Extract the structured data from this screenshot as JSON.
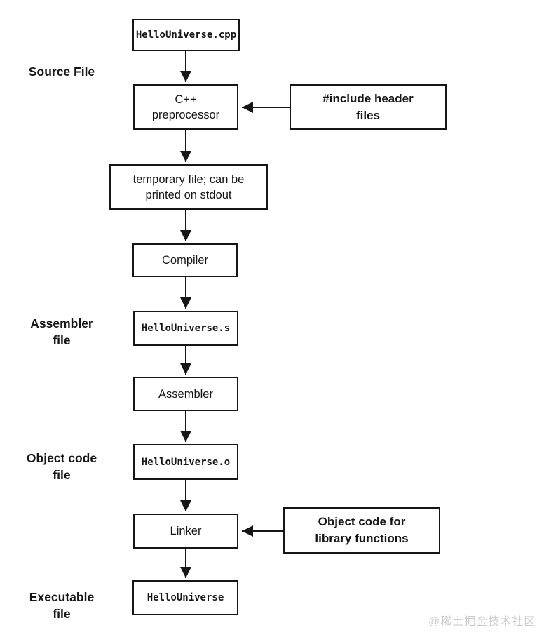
{
  "diagram": {
    "description": "C++ compilation pipeline flowchart",
    "nodes": {
      "source_cpp": "HelloUniverse.cpp",
      "preprocessor": "C++\npreprocessor",
      "temp_file": "temporary file; can be\nprinted on stdout",
      "compiler": "Compiler",
      "asm_file": "HelloUniverse.s",
      "assembler": "Assembler",
      "obj_file": "HelloUniverse.o",
      "linker": "Linker",
      "executable": "HelloUniverse",
      "include_headers": "#include header\nfiles",
      "object_code_lib": "Object code for\nlibrary functions"
    },
    "side_labels": {
      "source_file": "Source File",
      "assembler_file": "Assembler\nfile",
      "object_code_file": "Object code\nfile",
      "executable_file": "Executable\nfile"
    },
    "colors": {
      "line": "#161616",
      "background": "#ffffff",
      "watermark": "#cbcbcb"
    }
  },
  "watermark": "@稀土掘金技术社区"
}
